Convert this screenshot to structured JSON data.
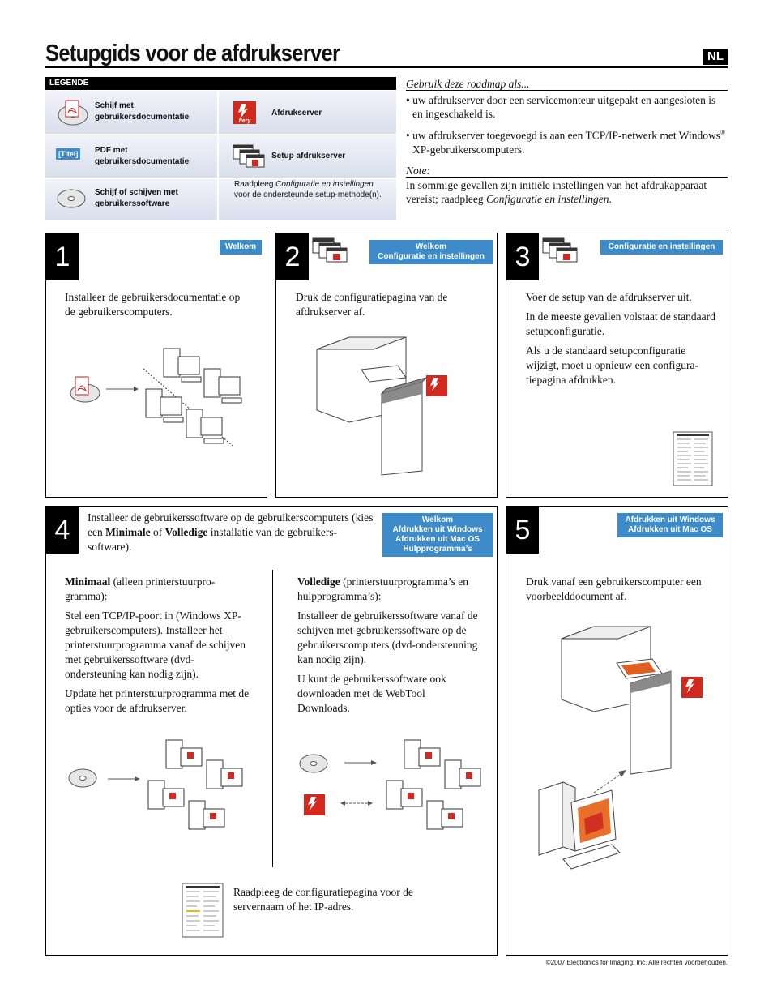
{
  "title": "Setupgids voor de afdrukserver",
  "language_badge": "NL",
  "legend": {
    "heading": "LEGENDE",
    "items": [
      {
        "label": "Schijf met gebruikersdocumentatie",
        "icon": "pdf-disc-icon"
      },
      {
        "label": "Afdrukserver",
        "icon": "fiery-icon"
      },
      {
        "label": "PDF met gebruikersdocumentatie",
        "icon": "pdf-tag-icon",
        "tag": "[Titel]"
      },
      {
        "label": "Setup afdrukserver",
        "icon": "setup-windows-icon"
      },
      {
        "label": "Schijf of schijven met gebruikerssoftware",
        "icon": "software-disc-icon"
      }
    ],
    "note_prefix": "Raadpleeg ",
    "note_italic": "Configuratie en instellingen",
    "note_suffix": " voor de ondersteunde setup-methode(n)."
  },
  "roadmap": {
    "heading": "Gebruik deze roadmap als...",
    "bullet1": "• uw afdrukserver door een servicemonteur uitgepakt en aangesloten is en ingeschakeld is.",
    "bullet2_a": "• uw afdrukserver toegevoegd is aan een TCP/IP-netwerk met Windows",
    "bullet2_sup": "®",
    "bullet2_b": " XP-gebruikerscomputers.",
    "note_heading": "Note:",
    "note_text": "In sommige gevallen zijn initiële instellingen van het afdrukapparaat vereist; raadpleeg ",
    "note_italic": "Configuratie en instellingen",
    "note_end": "."
  },
  "fiery_logo": "fiery",
  "steps": {
    "s1": {
      "number": "1",
      "badge": "Welkom",
      "text": "Installeer de gebruikersdocumentatie op de gebruikerscomputers."
    },
    "s2": {
      "number": "2",
      "badge_line1": "Welkom",
      "badge_line2": "Configuratie en instellingen",
      "text": "Druk de configuratiepagina van de afdrukserver af."
    },
    "s3": {
      "number": "3",
      "badge": "Configuratie en instellingen",
      "p1": "Voer de setup van de afdrukserver uit.",
      "p2": "In de meeste gevallen volstaat de standaard setupconfiguratie.",
      "p3": "Als u de standaard setupconfiguratie wijzigt, moet u opnieuw een configura-tiepagina afdrukken."
    },
    "s4": {
      "number": "4",
      "badge_lines": [
        "Welkom",
        "Afdrukken uit Windows",
        "Afdrukken uit Mac OS",
        "Hulpprogramma’s"
      ],
      "intro_a": "Installeer de gebruikerssoftware op de gebruikerscomputers (kies een ",
      "intro_b1": "Minimale",
      "intro_of": " of ",
      "intro_b2": "Volledige",
      "intro_c": " installatie van de gebruikers-software).",
      "min_title": "Minimaal",
      "min_sub": " (alleen printerstuurpro-gramma):",
      "min_p1": "Stel een TCP/IP-poort in (Windows XP-gebruikerscomputers). Installeer het printerstuurprogramma vanaf de schijven met gebruikerssoftware (dvd-ondersteuning kan nodig zijn).",
      "min_p2": "Update het printerstuurprogramma met de opties voor de afdrukserver.",
      "full_title": "Volledige",
      "full_sub": " (printerstuurprogramma’s en hulpprogramma’s):",
      "full_p1": "Installeer de gebruikerssoftware vanaf de schijven met gebruikerssoftware op de gebruikerscomputers (dvd-ondersteuning kan nodig zijn).",
      "full_p2": "U kunt de gebruikerssoftware ook downloaden met de WebTool Downloads.",
      "bottom_text": "Raadpleeg de configuratiepagina voor de servernaam of het IP-adres."
    },
    "s5": {
      "number": "5",
      "badge_line1": "Afdrukken uit Windows",
      "badge_line2": "Afdrukken uit Mac OS",
      "text": "Druk vanaf een gebruikerscomputer een voorbeelddocument af."
    }
  },
  "footer": "©2007 Electronics for Imaging, Inc. Alle rechten voorbehouden.",
  "colors": {
    "badge_blue": "#3d8cc9",
    "fiery_red": "#d2291e",
    "printer_gray": "#8a8a8a"
  }
}
